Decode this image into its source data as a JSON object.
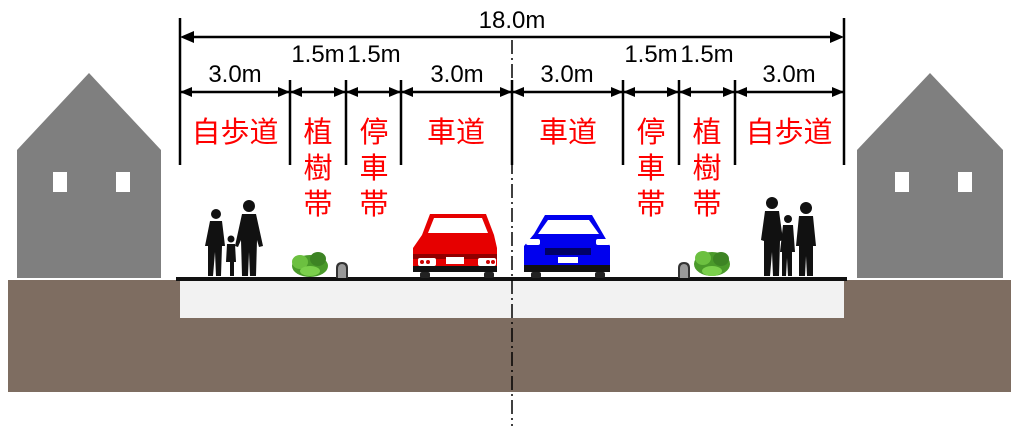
{
  "total_width_label": "18.0m",
  "left_segments": [
    {
      "width_label": "3.0m",
      "lane_label": "自歩道"
    },
    {
      "width_label": "1.5m",
      "lane_label": "植樹帯"
    },
    {
      "width_label": "1.5m",
      "lane_label": "停車帯"
    },
    {
      "width_label": "3.0m",
      "lane_label": "車道"
    }
  ],
  "right_segments": [
    {
      "width_label": "3.0m",
      "lane_label": "車道"
    },
    {
      "width_label": "1.5m",
      "lane_label": "停車帯"
    },
    {
      "width_label": "1.5m",
      "lane_label": "植樹帯"
    },
    {
      "width_label": "3.0m",
      "lane_label": "自歩道"
    }
  ],
  "colors": {
    "label_red": "#ff0000",
    "ground": "#7e6d61",
    "house": "#7f7f7f",
    "pavement": "#f2f2f2",
    "car_left": "#e60000",
    "car_right": "#0000ee",
    "shrub": "#4a9a2a"
  }
}
